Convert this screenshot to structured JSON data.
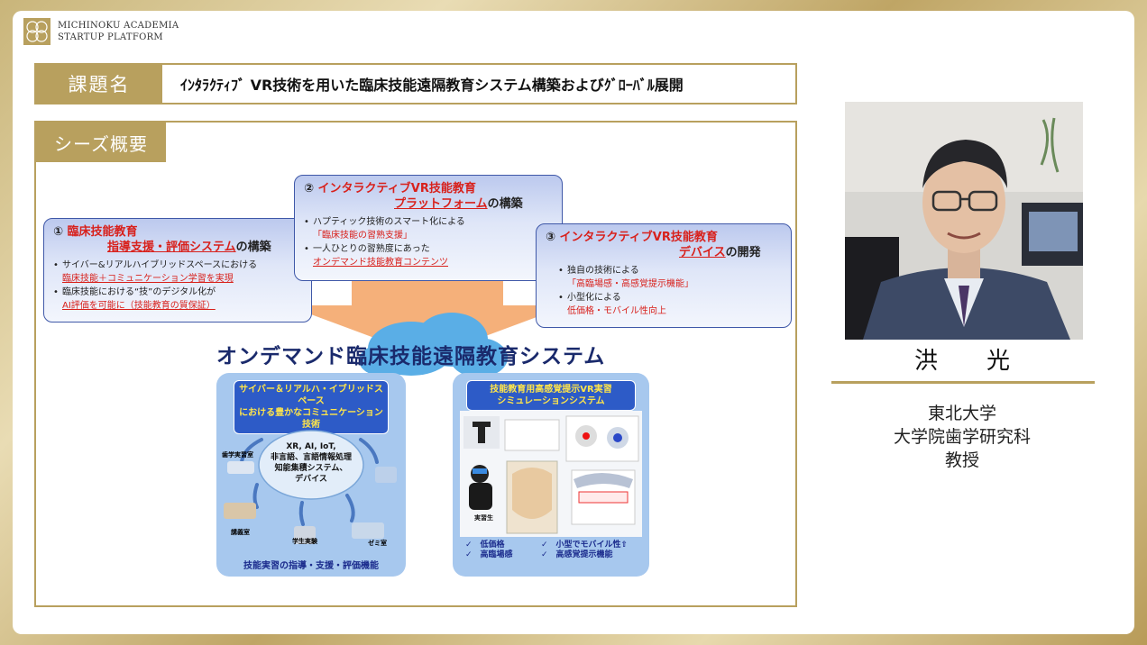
{
  "logo": {
    "line1": "MICHINOKU ACADEMIA",
    "line2": "STARTUP PLATFORM"
  },
  "title_bar": {
    "label": "課題名",
    "text": "ｲﾝﾀﾗｸﾃｨﾌﾞ VR技術を用いた臨床技能遠隔教育システム構築およびｸﾞﾛｰﾊﾞﾙ展開"
  },
  "seeds": {
    "label": "シーズ概要",
    "box1": {
      "num": "①",
      "title_l1": "臨床技能教育",
      "title_l2": "指導支援・評価システム",
      "title_suffix": "の構築",
      "b1": "サイバー&リアルハイブリッドスペースにおける",
      "b1s": "臨床技能＋コミュニケーション学習を実現",
      "b2": "臨床技能における“技”のデジタル化が",
      "b2s": "AI評価を可能に（技能教育の質保証）"
    },
    "box2": {
      "num": "②",
      "title_l1": "インタラクティブVR技能教育",
      "title_l2": "プラットフォーム",
      "title_suffix": "の構築",
      "b1": "ハプティック技術のスマート化による",
      "b1s": "「臨床技能の習熟支援」",
      "b2": "一人ひとりの習熟度にあった",
      "b2s": "オンデマンド技能教育コンテンツ"
    },
    "box3": {
      "num": "③",
      "title_l1": "インタラクティブVR技能教育",
      "title_l2": "デバイス",
      "title_suffix": "の開発",
      "b1": "独自の技術による",
      "b1s": "「高臨場感・高感覚提示機能」",
      "b2": "小型化による",
      "b2s": "低価格・モバイル性向上"
    },
    "main_title": "オンデマンド臨床技能遠隔教育システム",
    "panel_left": {
      "head_l1": "サイバー＆リアルハ・イブリッドスペース",
      "head_l2": "における豊かなコミュニケーション技術",
      "center_l1": "XR, AI, IoT,",
      "center_l2": "非言語、言語情報処理",
      "center_l3": "知能集積システム、",
      "center_l4": "デバイス",
      "room1": "歯学実習室",
      "room2": "講義室",
      "room3": "学生実験",
      "room4": "ゼミ室",
      "foot": "技能実習の指導・支援・評価機能"
    },
    "panel_right": {
      "head_l1": "技能教育用高感覚提示VR実習",
      "head_l2": "シミュレーションシステム",
      "student": "実習生",
      "f1": "✓　低価格",
      "f2": "✓　小型でモバイル性⇧",
      "f3": "✓　高臨場感",
      "f4": "✓　高感覚提示機能"
    }
  },
  "person": {
    "name": "洪光",
    "aff1": "東北大学",
    "aff2": "大学院歯学研究科",
    "aff3": "教授"
  },
  "colors": {
    "gold": "#b8a05e",
    "navy": "#1a2a6c",
    "red": "#d8201b",
    "box_border": "#3f58a8"
  }
}
